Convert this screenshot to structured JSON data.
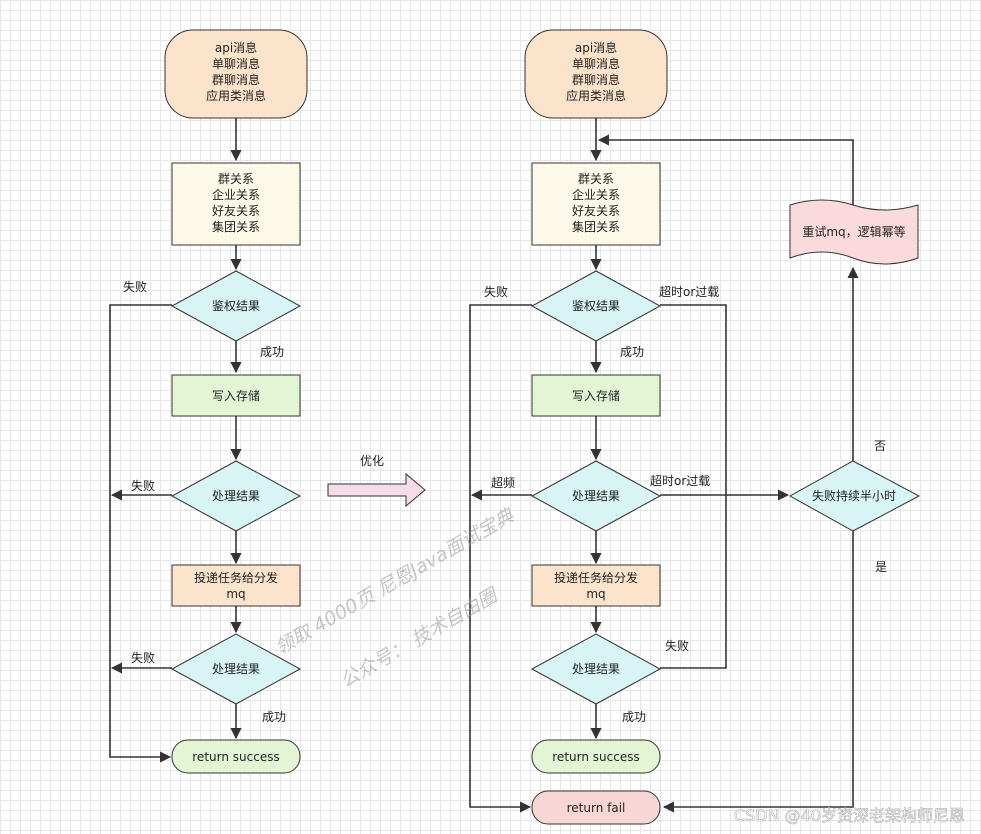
{
  "left": {
    "start": [
      "api消息",
      "单聊消息",
      "群聊消息",
      "应用类消息"
    ],
    "relations": [
      "群关系",
      "企业关系",
      "好友关系",
      "集团关系"
    ],
    "auth": "鉴权结果",
    "write": "写入存储",
    "process1": "处理结果",
    "dispatch": [
      "投递任务给分发",
      "mq"
    ],
    "process2": "处理结果",
    "success": "return success",
    "lbl_fail1": "失败",
    "lbl_ok1": "成功",
    "lbl_fail2": "失败",
    "lbl_fail3": "失败",
    "lbl_ok2": "成功"
  },
  "arrow_label": "优化",
  "right": {
    "start": [
      "api消息",
      "单聊消息",
      "群聊消息",
      "应用类消息"
    ],
    "relations": [
      "群关系",
      "企业关系",
      "好友关系",
      "集团关系"
    ],
    "auth": "鉴权结果",
    "write": "写入存储",
    "process1": "处理结果",
    "dispatch": [
      "投递任务给分发",
      "mq"
    ],
    "process2": "处理结果",
    "success": "return success",
    "fail": "return fail",
    "retry": "重试mq，逻辑幂等",
    "half_hour": "失败持续半小时",
    "lbl_fail1": "失败",
    "lbl_timeout1": "超时or过载",
    "lbl_ok1": "成功",
    "lbl_freq": "超频",
    "lbl_timeout2": "超时or过载",
    "lbl_fail3": "失败",
    "lbl_ok2": "成功",
    "lbl_no": "否",
    "lbl_yes": "是"
  },
  "watermark": {
    "line1": "领取 4000页 尼恩Java面试宝典",
    "line2": "公众号：  技术自由圈"
  },
  "credit": "CSDN @40岁资深老架构师尼恩",
  "colors": {
    "start_fill": "#fce3cc",
    "relations_fill": "#fdf9e8",
    "decision_fill": "#d8f4f5",
    "process_fill": "#e4f5d6",
    "dispatch_fill": "#fce3cc",
    "success_fill": "#e4f5d6",
    "fail_fill": "#f9d6d6",
    "retry_fill": "#fadadd",
    "optimize_arrow_fill": "#f6dbe9"
  }
}
